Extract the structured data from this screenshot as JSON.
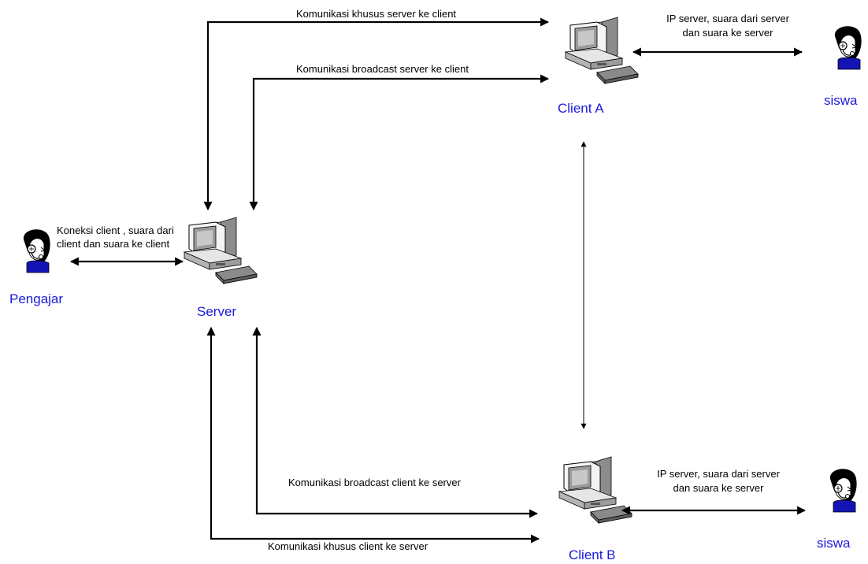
{
  "nodes": {
    "server": "Server",
    "client_a": "Client A",
    "client_b": "Client B",
    "teacher": "Pengajar",
    "student_a": "siswa",
    "student_b": "siswa"
  },
  "edges": {
    "server_to_a_special": "Komunikasi khusus server ke client",
    "server_to_a_broadcast": "Komunikasi broadcast server ke client",
    "b_to_server_broadcast": "Komunikasi broadcast client ke server",
    "b_to_server_special": "Komunikasi khusus client ke server",
    "teacher_server_line1": "Koneksi client , suara dari",
    "teacher_server_line2": "client dan suara ke client",
    "a_student_line1": "IP server, suara dari server",
    "a_student_line2": "dan suara ke server",
    "b_student_line1": "IP server, suara dari server",
    "b_student_line2": "dan suara ke server"
  }
}
